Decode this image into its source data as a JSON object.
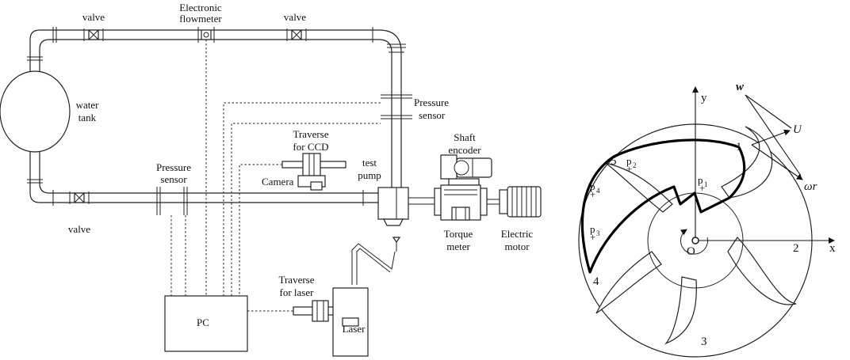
{
  "loop": {
    "valve_top_left": "valve",
    "flowmeter_line1": "Electronic",
    "flowmeter_line2": "flowmeter",
    "valve_top_right": "valve",
    "tank_line1": "water",
    "tank_line2": "tank",
    "pressure_right_line1": "Pressure",
    "pressure_right_line2": "sensor",
    "traverse_ccd_line1": "Traverse",
    "traverse_ccd_line2": "for CCD",
    "camera": "Camera",
    "test_pump_line1": "test",
    "test_pump_line2": "pump",
    "shaft_encoder_line1": "Shaft",
    "shaft_encoder_line2": "encoder",
    "pressure_left_line1": "Pressure",
    "pressure_left_line2": "sensor",
    "valve_bottom": "valve",
    "torque_line1": "Torque",
    "torque_line2": "meter",
    "motor_line1": "Electric",
    "motor_line2": "motor",
    "traverse_laser_line1": "Traverse",
    "traverse_laser_line2": "for laser",
    "pc": "PC",
    "laser": "Laser"
  },
  "impeller": {
    "axis_y": "y",
    "axis_x": "x",
    "origin": "O",
    "vec_w": "w",
    "vec_U": "U",
    "vec_wr": "ωr",
    "n1": "1",
    "n2": "2",
    "n3": "3",
    "n4": "4",
    "n5": "5",
    "p1": "p",
    "p1_sub": "1",
    "p2": "p",
    "p2_sub": "2",
    "p3": "p",
    "p3_sub": "3",
    "p4": "p",
    "p4_sub": "4"
  }
}
